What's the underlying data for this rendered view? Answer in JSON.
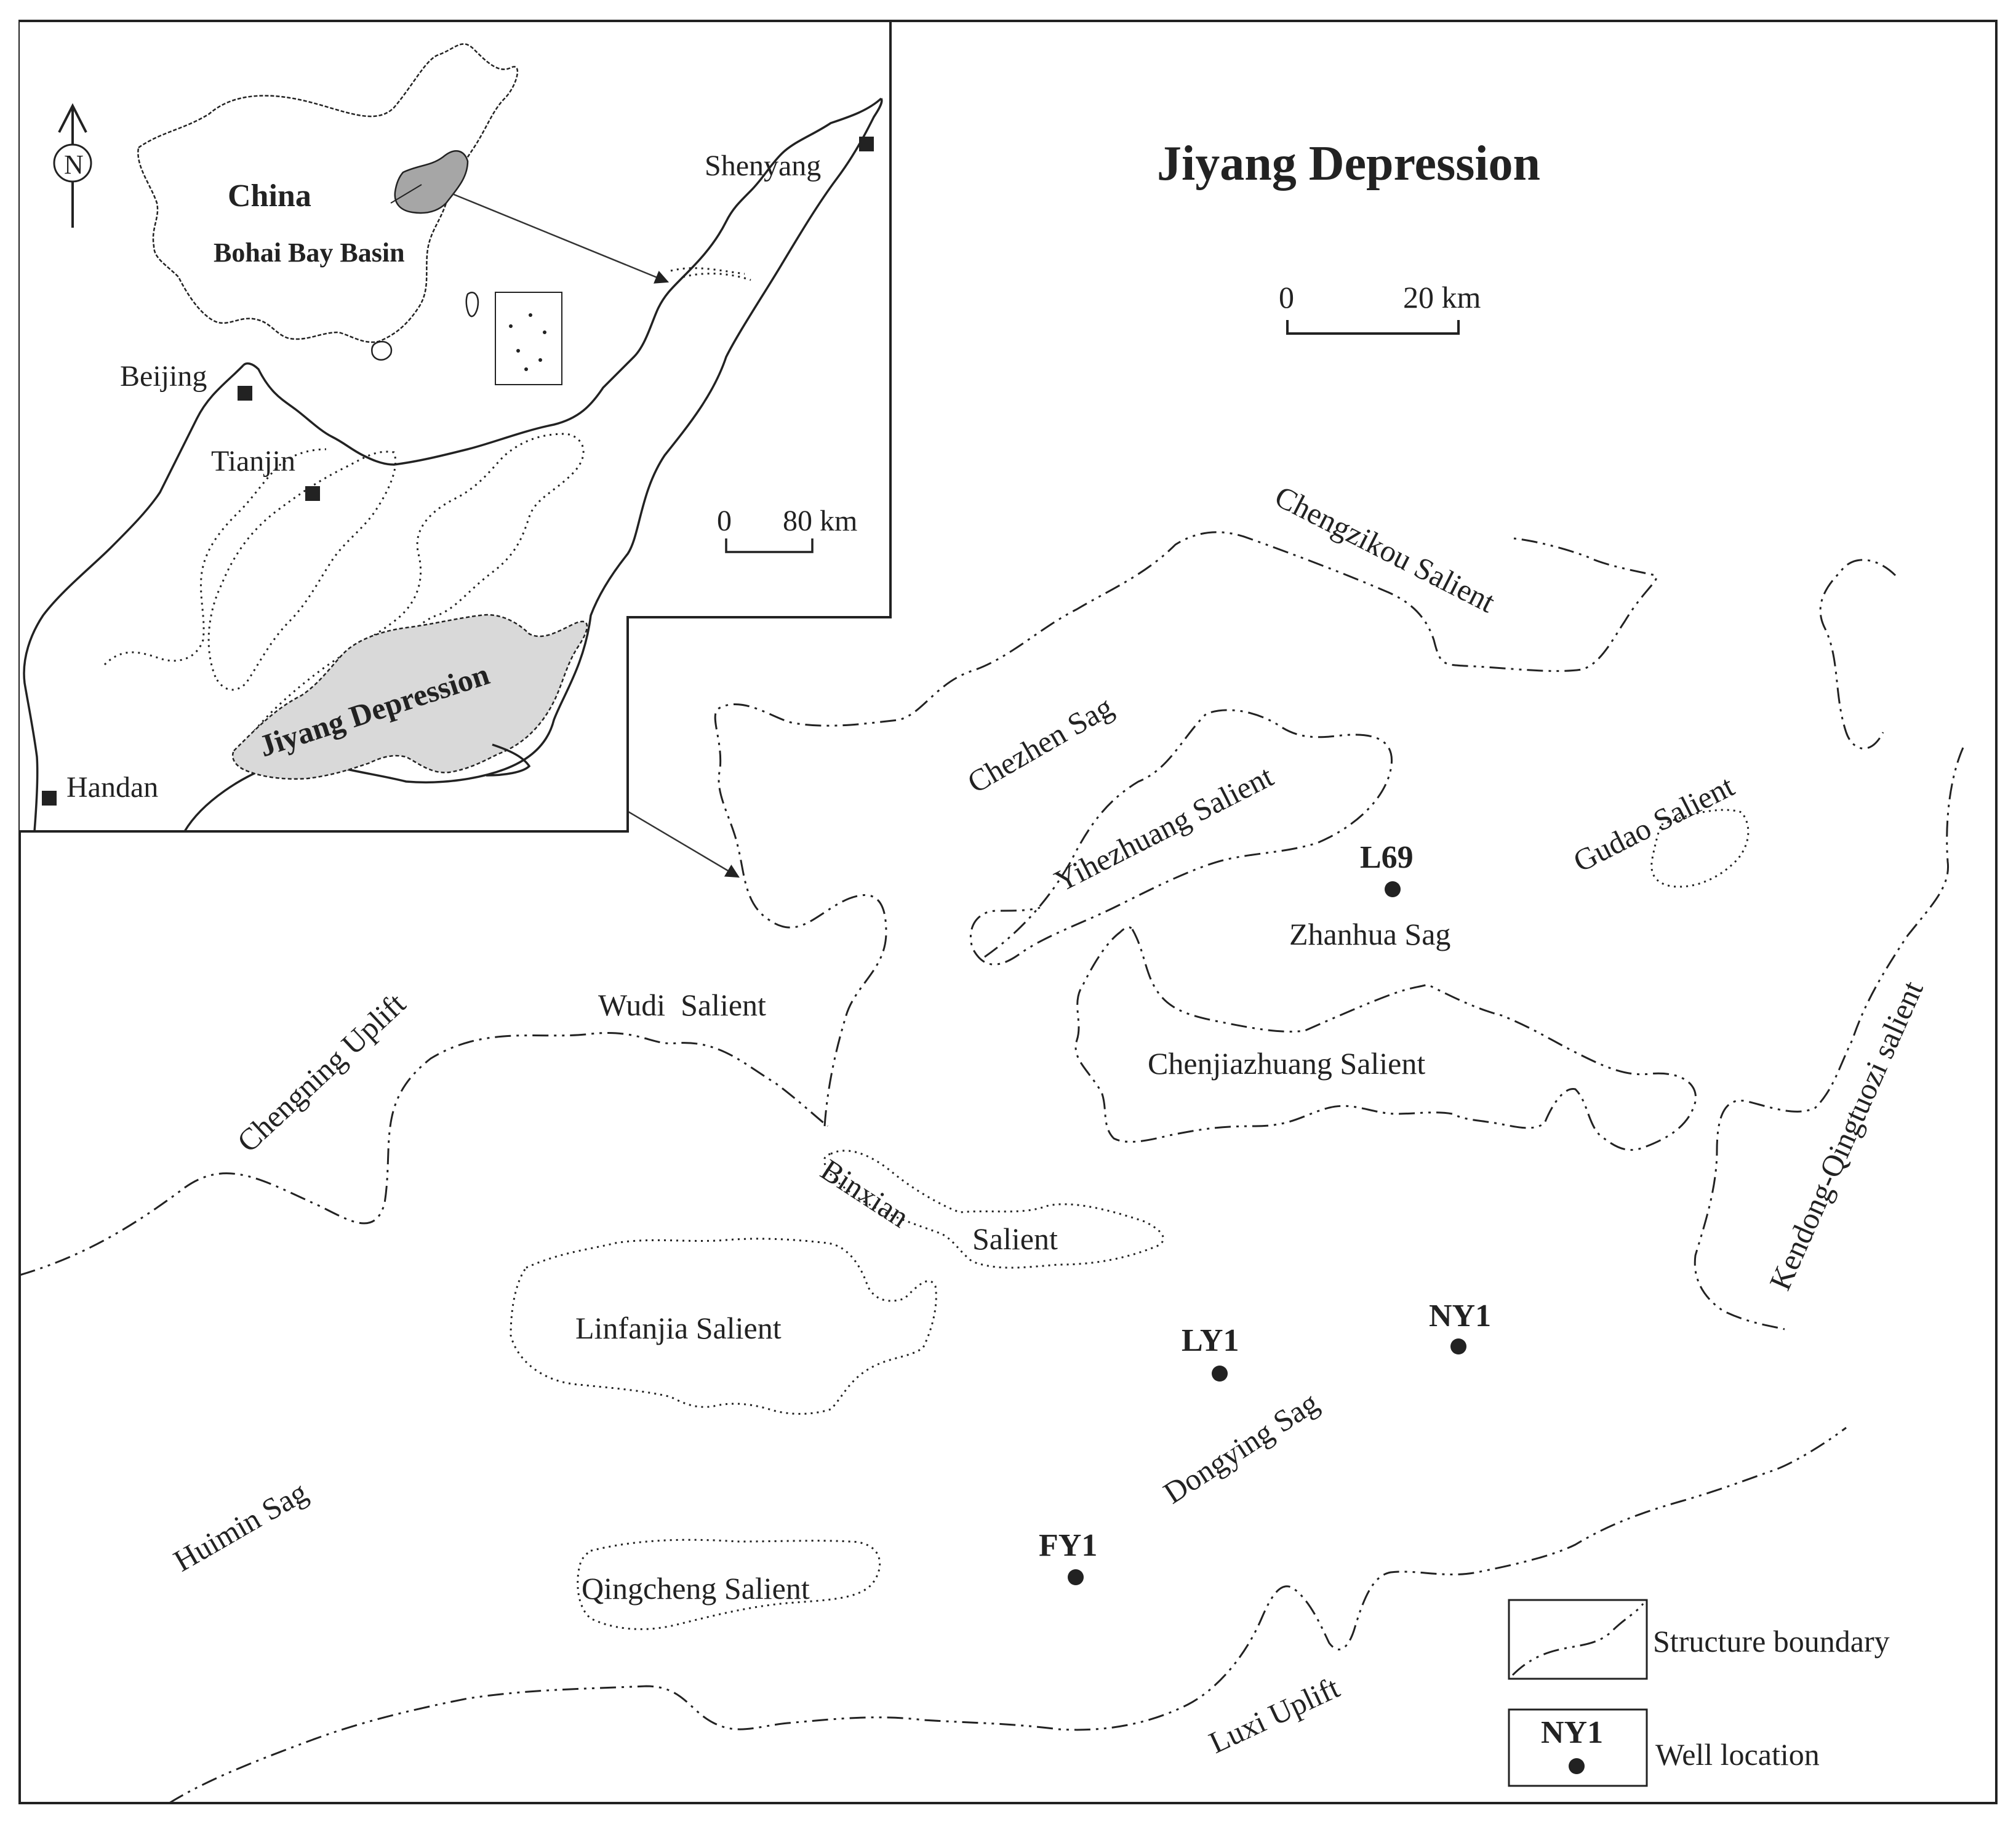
{
  "title": "Jiyang Depression",
  "main_scale": {
    "zero": "0",
    "end": "20 km"
  },
  "inset": {
    "north": "N",
    "country": "China",
    "basin": "Bohai Bay Basin",
    "cities": [
      "Shenyang",
      "Beijing",
      "Tianjin",
      "Handan"
    ],
    "scale": {
      "zero": "0",
      "end": "80 km"
    },
    "depression": "Jiyang Depression"
  },
  "units": [
    "Chengzikou Salient",
    "Chezhen Sag",
    "Yihezhuang Salient",
    "Gudao Salient",
    "Zhanhua Sag",
    "Chenjiazhuang Salient",
    "Wudi  Salient",
    "Chengning Uplift",
    "Binxian",
    "Salient",
    "Linfanjia Salient",
    "Dongying Sag",
    "Huimin Sag",
    "Qingcheng Salient",
    "Luxi Uplift",
    "Kendong-Qingtuozi salient"
  ],
  "wells": [
    "L69",
    "LY1",
    "NY1",
    "FY1"
  ],
  "legend": {
    "boundary": "Structure boundary",
    "well_sample": "NY1",
    "well": "Well location"
  },
  "colors": {
    "ink": "#222222",
    "depression_fill": "#d9d9d9",
    "china_basin_fill": "#a6a6a6"
  },
  "icons": [
    "north-arrow-icon",
    "well-dot-icon",
    "city-square-icon"
  ]
}
